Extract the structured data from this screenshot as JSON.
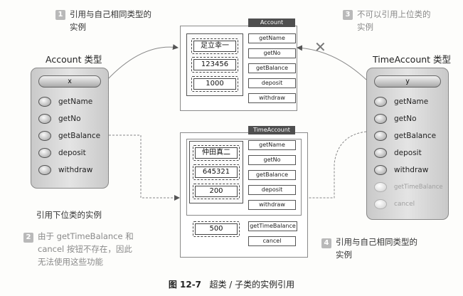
{
  "notes": {
    "n1": {
      "num": "1",
      "line1": "引用与自己相同类型的",
      "line2": "实例"
    },
    "n2": {
      "num": "2",
      "line1": "由于 getTimeBalance 和",
      "line2": "cancel 按钮不存在，因此",
      "line3": "无法使用这些功能"
    },
    "n3": {
      "num": "3",
      "line1": "不可以引用上位类的",
      "line2": "实例"
    },
    "n4": {
      "num": "4",
      "line1": "引用与自己相同类型的",
      "line2": "实例"
    },
    "lower_ref": "引用下位类的实例"
  },
  "left_panel": {
    "title": "Account 类型",
    "var": "x",
    "methods": [
      "getName",
      "getNo",
      "getBalance",
      "deposit",
      "withdraw"
    ]
  },
  "right_panel": {
    "title": "TimeAccount 类型",
    "var": "y",
    "methods": [
      "getName",
      "getNo",
      "getBalance",
      "deposit",
      "withdraw"
    ],
    "disabled_methods": [
      "getTimeBalance",
      "cancel"
    ]
  },
  "account_obj": {
    "class": "Account",
    "fields": [
      "足立幸一",
      "123456",
      "1000"
    ],
    "methods": [
      "getName",
      "getNo",
      "getBalance",
      "deposit",
      "withdraw"
    ]
  },
  "time_obj": {
    "class": "TimeAccount",
    "fields": [
      "仲田真二",
      "645321",
      "200"
    ],
    "methods": [
      "getName",
      "getNo",
      "getBalance",
      "deposit",
      "withdraw"
    ],
    "extra_field": "500",
    "extra_methods": [
      "getTimeBalance",
      "cancel"
    ]
  },
  "cross_mark": "✕",
  "caption": {
    "label": "图 12-7",
    "text": "超类 / 子类的实例引用"
  }
}
